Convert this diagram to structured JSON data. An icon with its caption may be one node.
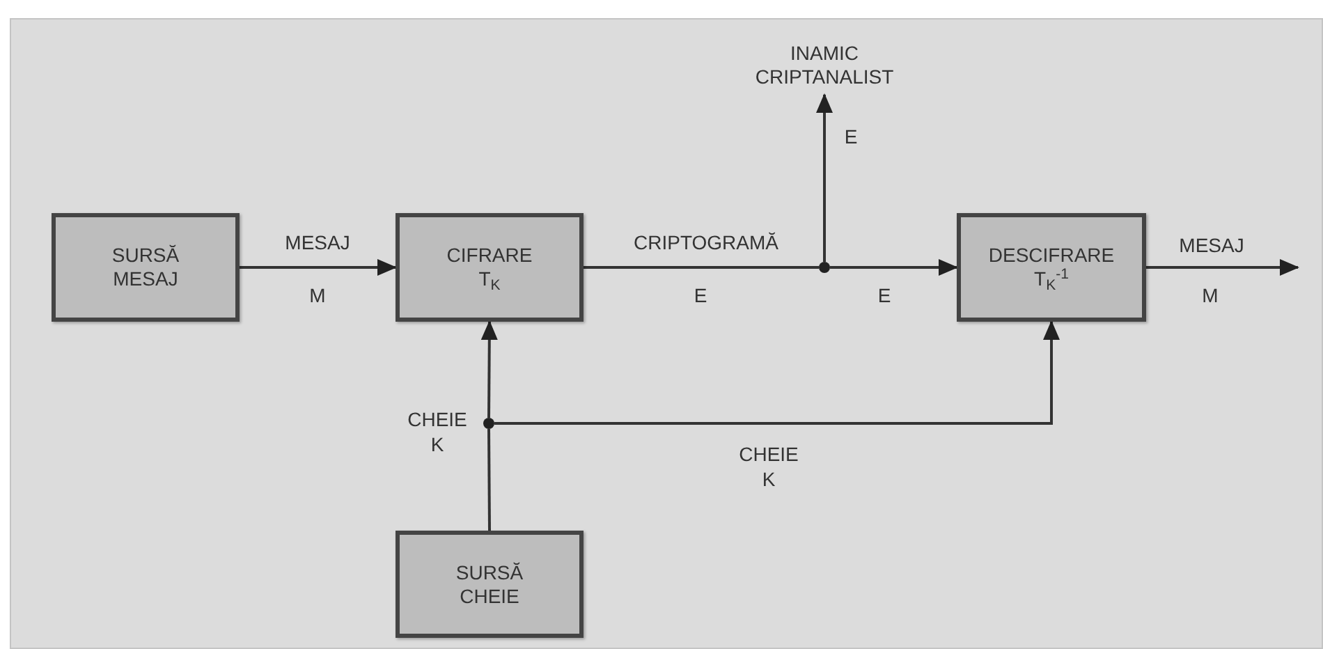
{
  "diagram": {
    "nodes": [
      {
        "text": [
          "SURSĂ MESAJ"
        ]
      },
      {
        "text": [
          "CIFRARE",
          "T$_{K}$"
        ]
      },
      {
        "text": [
          "INAMIC CRIPTANALIST"
        ]
      },
      {
        "text": [
          "DESCIFRARE",
          "T$_{K}$$^{-1}$"
        ]
      },
      {
        "text": [
          "SURSĂ CHEIE"
        ]
      },
      {
        "text": [],
        "shape": "circle"
      },
      {
        "text": [],
        "shape": "circle"
      }
    ],
    "edges": [
      {
        "from": 0,
        "to": 1,
        "arrow": "to"
      },
      {
        "from": 1,
        "to": 5,
        "arrow": "none"
      },
      {
        "from": 5,
        "to": 2,
        "arrow": "to"
      },
      {
        "from": 5,
        "to": 3,
        "arrow": "to"
      },
      {
        "from": 3,
        "to": null,
        "arrow": "to"
      },
      {
        "from": 4,
        "to": 6,
        "arrow": "none"
      },
      {
        "from": 6,
        "to": 1,
        "arrow": "to"
      },
      {
        "from": 6,
        "to": 3,
        "arrow": "to"
      }
    ],
    "labels": [
      "E",
      "MESAJ",
      "CRIPTOGRAMĂ",
      "MESAJ",
      "M",
      "E",
      "E",
      "M",
      "CHEIE K",
      "CHEIE K"
    ]
  }
}
